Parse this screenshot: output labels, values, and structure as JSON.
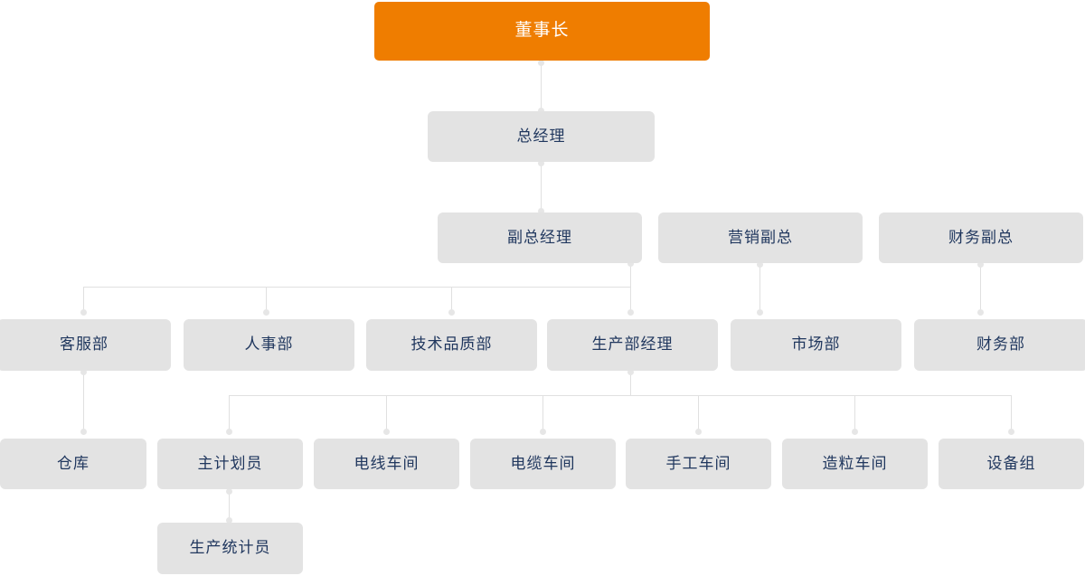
{
  "chart_data": {
    "type": "diagram",
    "diagram_kind": "organization-chart",
    "title": "",
    "orientation": "top-down",
    "colors": {
      "root_fill": "#ef7d00",
      "root_text": "#ffffff",
      "node_fill": "#e3e3e3",
      "node_text": "#20375e",
      "connector": "#e0e0e0",
      "connector_dot": "#e6e6e6",
      "background": "#ffffff"
    },
    "levels": [
      {
        "level": 1,
        "labels": [
          "董事长"
        ]
      },
      {
        "level": 2,
        "labels": [
          "总经理"
        ]
      },
      {
        "level": 3,
        "labels": [
          "副总经理",
          "营销副总",
          "财务副总"
        ]
      },
      {
        "level": 4,
        "labels": [
          "客服部",
          "人事部",
          "技术品质部",
          "生产部经理",
          "市场部",
          "财务部"
        ]
      },
      {
        "level": 5,
        "labels": [
          "仓库",
          "主计划员",
          "电线车间",
          "电缆车间",
          "手工车间",
          "造粒车间",
          "设备组"
        ]
      },
      {
        "level": 6,
        "labels": [
          "生产统计员"
        ]
      }
    ],
    "edges": [
      {
        "from": "董事长",
        "to": "总经理"
      },
      {
        "from": "总经理",
        "to": "副总经理"
      },
      {
        "from": "副总经理",
        "to": "客服部"
      },
      {
        "from": "副总经理",
        "to": "人事部"
      },
      {
        "from": "副总经理",
        "to": "技术品质部"
      },
      {
        "from": "副总经理",
        "to": "生产部经理"
      },
      {
        "from": "营销副总",
        "to": "市场部"
      },
      {
        "from": "财务副总",
        "to": "财务部"
      },
      {
        "from": "客服部",
        "to": "仓库"
      },
      {
        "from": "生产部经理",
        "to": "主计划员"
      },
      {
        "from": "生产部经理",
        "to": "电线车间"
      },
      {
        "from": "生产部经理",
        "to": "电缆车间"
      },
      {
        "from": "生产部经理",
        "to": "手工车间"
      },
      {
        "from": "生产部经理",
        "to": "造粒车间"
      },
      {
        "from": "生产部经理",
        "to": "设备组"
      },
      {
        "from": "主计划员",
        "to": "生产统计员"
      }
    ]
  },
  "nodes": {
    "chairman": {
      "label": "董事长"
    },
    "general_manager": {
      "label": "总经理"
    },
    "deputy_gm": {
      "label": "副总经理"
    },
    "marketing_vp": {
      "label": "营销副总"
    },
    "finance_vp": {
      "label": "财务副总"
    },
    "customer_service_dept": {
      "label": "客服部"
    },
    "hr_dept": {
      "label": "人事部"
    },
    "tech_quality_dept": {
      "label": "技术品质部"
    },
    "production_manager": {
      "label": "生产部经理"
    },
    "market_dept": {
      "label": "市场部"
    },
    "finance_dept": {
      "label": "财务部"
    },
    "warehouse": {
      "label": "仓库"
    },
    "chief_planner": {
      "label": "主计划员"
    },
    "wire_workshop": {
      "label": "电线车间"
    },
    "cable_workshop": {
      "label": "电缆车间"
    },
    "manual_workshop": {
      "label": "手工车间"
    },
    "granulation_workshop": {
      "label": "造粒车间"
    },
    "equipment_group": {
      "label": "设备组"
    },
    "production_statistician": {
      "label": "生产统计员"
    }
  }
}
